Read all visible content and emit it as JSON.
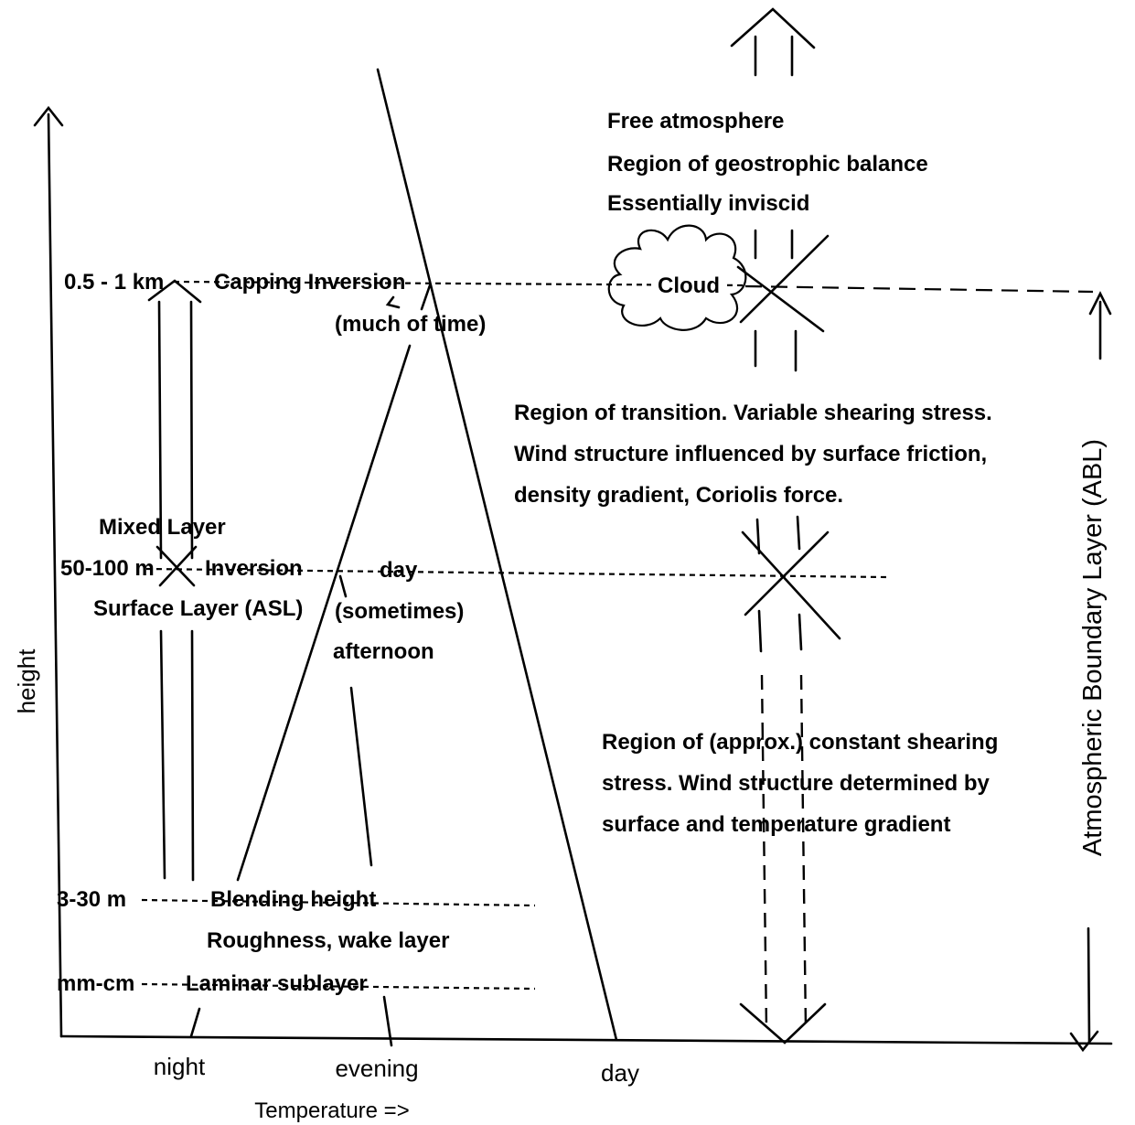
{
  "axes": {
    "y_label": "height",
    "x_label": "Temperature =>",
    "x_ticks": [
      "night",
      "evening",
      "day"
    ]
  },
  "heights": {
    "top": "0.5 - 1 km",
    "mid": "50-100 m",
    "blend": "3-30 m",
    "laminar": "mm-cm"
  },
  "levels": {
    "capping_inversion": "Capping Inversion",
    "much_of_time": "(much of time)",
    "mixed_layer": "Mixed Layer",
    "inversion": "Inversion",
    "day": "day",
    "surface_layer": "Surface Layer (ASL)",
    "sometimes": "(sometimes)",
    "afternoon": "afternoon",
    "blending_height": "Blending height",
    "roughness": "Roughness, wake layer",
    "laminar_sublayer": "Laminar sublayer"
  },
  "cloud_label": "Cloud",
  "free_atmosphere": [
    "Free atmosphere",
    "Region of geostrophic balance",
    "Essentially inviscid"
  ],
  "transition_region": [
    "Region of transition.  Variable shearing stress.",
    "Wind structure influenced by surface friction,",
    "density gradient, Coriolis force."
  ],
  "constant_stress_region": [
    "Region of (approx.) constant shearing",
    "stress.  Wind structure determined by",
    "surface and temperature gradient"
  ],
  "abl_label": "Atmospheric Boundary Layer (ABL)"
}
